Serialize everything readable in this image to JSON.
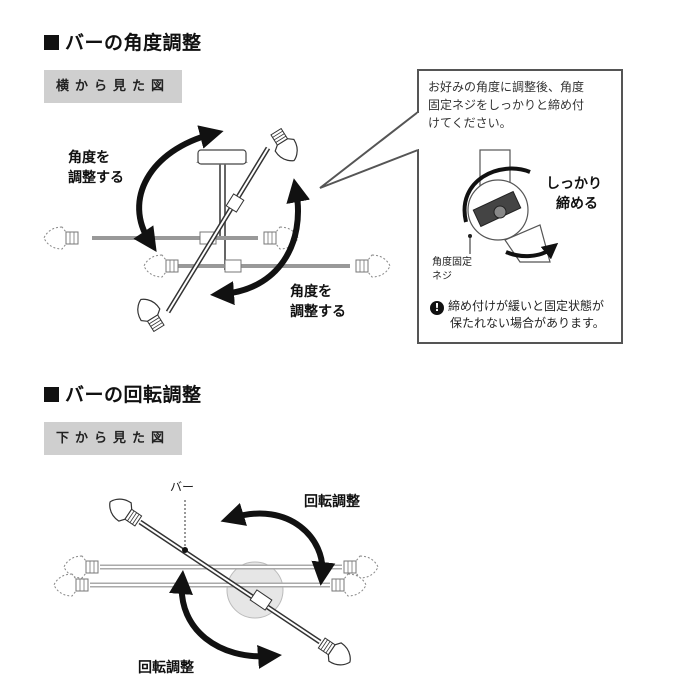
{
  "section1": {
    "title": "バーの角度調整",
    "view_label": "横から見た図",
    "rotate_label_top": [
      "角度を",
      "調整する"
    ],
    "rotate_label_bottom": [
      "角度を",
      "調整する"
    ],
    "callout": {
      "text": [
        "お好みの角度に調整後、角度",
        "固定ネジをしっかりと締め付",
        "けてください。"
      ],
      "tighten": [
        "しっかり",
        "締める"
      ],
      "screw_label": [
        "角度固定",
        "ネジ"
      ],
      "warning": [
        "締め付けが緩いと固定状態が",
        "保たれない場合があります。"
      ],
      "warning_icon": "exclamation-icon"
    }
  },
  "section2": {
    "title": "バーの回転調整",
    "view_label": "下から見た図",
    "bar_label": "バー",
    "rotate_label_top": "回転調整",
    "rotate_label_bottom": "回転調整"
  }
}
